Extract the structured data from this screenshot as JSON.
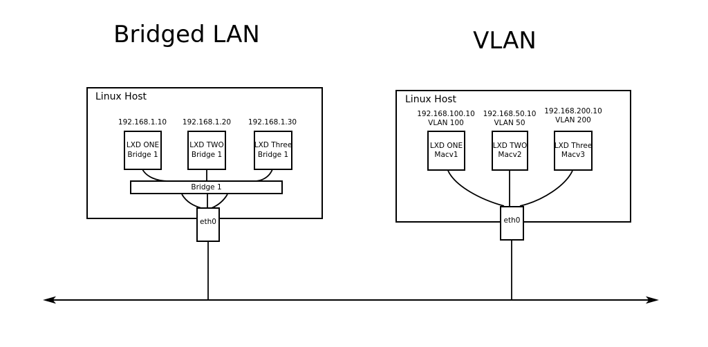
{
  "page": {
    "background": "#ffffff",
    "line_color": "#000000"
  },
  "titles": {
    "left": "Bridged LAN",
    "right": "VLAN"
  },
  "bridged_lan": {
    "host_label": "Linux Host",
    "containers": [
      {
        "ip": "192.168.1.10",
        "name": "LXD ONE",
        "attach": "Bridge 1"
      },
      {
        "ip": "192.168.1.20",
        "name": "LXD TWO",
        "attach": "Bridge 1"
      },
      {
        "ip": "192.168.1.30",
        "name": "LXD Three",
        "attach": "Bridge 1"
      }
    ],
    "bridge_label": "Bridge 1",
    "nic_label": "eth0"
  },
  "vlan": {
    "host_label": "Linux Host",
    "containers": [
      {
        "ip": "192.168.100.10",
        "vlan": "VLAN 100",
        "name": "LXD ONE",
        "attach": "Macv1"
      },
      {
        "ip": "192.168.50.10",
        "vlan": "VLAN 50",
        "name": "LXD TWO",
        "attach": "Macv2"
      },
      {
        "ip": "192.168.200.10",
        "vlan": "VLAN 200",
        "name": "LXD Three",
        "attach": "Macv3"
      }
    ],
    "nic_label": "eth0"
  }
}
